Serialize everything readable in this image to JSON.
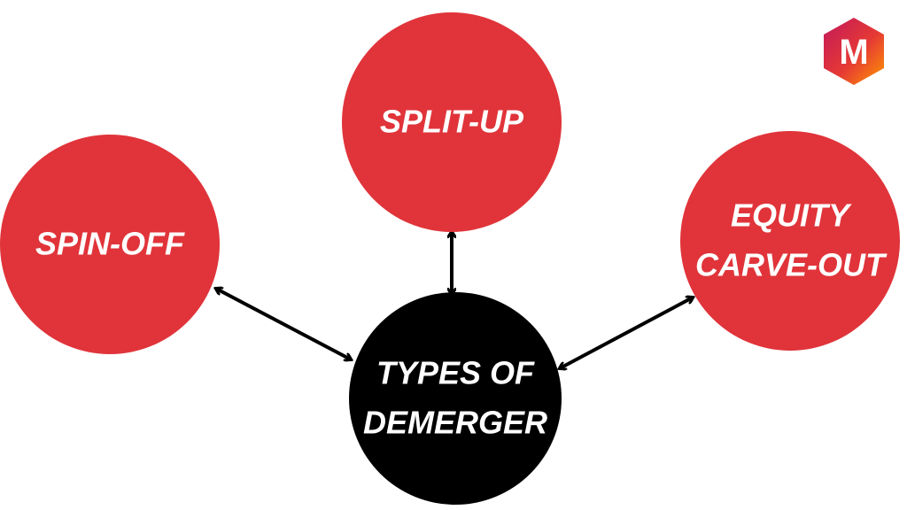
{
  "diagram": {
    "center": {
      "line1": "TYPES OF",
      "line2": "DEMERGER",
      "color": "#000000"
    },
    "nodes": {
      "split_up": {
        "label": "SPLIT-UP",
        "color": "#e0343a"
      },
      "spin_off": {
        "label": "SPIN-OFF",
        "color": "#e0343a"
      },
      "equity_carve_out": {
        "line1": "EQUITY",
        "line2": "CARVE-OUT",
        "color": "#e0343a"
      }
    },
    "arrow_color": "#000000",
    "text_color": "#ffffff"
  },
  "logo": {
    "letter": "M",
    "gradient": [
      "#c2185b",
      "#e53935",
      "#ff9800"
    ]
  }
}
